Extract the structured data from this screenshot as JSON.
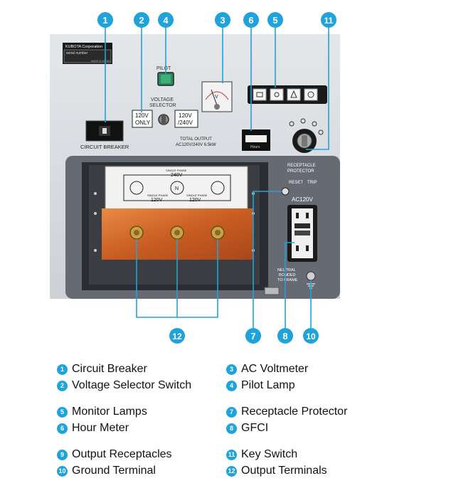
{
  "callouts": [
    {
      "n": "1"
    },
    {
      "n": "2"
    },
    {
      "n": "4"
    },
    {
      "n": "3"
    },
    {
      "n": "6"
    },
    {
      "n": "5"
    },
    {
      "n": "11"
    },
    {
      "n": "12"
    },
    {
      "n": "7"
    },
    {
      "n": "8"
    },
    {
      "n": "10"
    }
  ],
  "panel_labels": {
    "maker_line1": "KUBOTA Corporation",
    "maker_line2": "serial number",
    "maker_line3": "MADE IN JAPAN",
    "pilot": "PILOT",
    "voltage_selector_1": "VOLTAGE",
    "voltage_selector_2": "SELECTOR",
    "opt_120_only_1": "120V",
    "opt_120_only_2": "ONLY",
    "opt_120_240_1": "120V",
    "opt_120_240_2": "/240V",
    "circuit_breaker": "CIRCUIT BREAKER",
    "total_output_1": "TOTAL OUTPUT",
    "total_output_2": "AC120V/240V  6.5kW",
    "hour_meter_label": "Hours",
    "receptacle_protector_1": "RECEPTACLE",
    "receptacle_protector_2": "PROTECTOR",
    "reset": "RESET",
    "trip": "TRIP",
    "ac120v": "AC120V",
    "neutral_1": "NEUTRAL",
    "neutral_2": "BONDED",
    "neutral_3": "TO FRAME",
    "single_phase_240_1": "SINGLE PHASE",
    "single_phase_240_2": "240V",
    "n_label": "N",
    "single_phase_120_left_1": "SINGLE PHASE",
    "single_phase_120_left_2": "120V",
    "single_phase_120_right_1": "SINGLE PHASE",
    "single_phase_120_right_2": "120V",
    "voltmeter_v": "V"
  },
  "legend": [
    {
      "n": "1",
      "label": "Circuit Breaker"
    },
    {
      "n": "2",
      "label": "Voltage Selector Switch"
    },
    {
      "n": "3",
      "label": "AC Voltmeter"
    },
    {
      "n": "4",
      "label": "Pilot Lamp"
    },
    {
      "n": "5",
      "label": "Monitor Lamps"
    },
    {
      "n": "6",
      "label": "Hour Meter"
    },
    {
      "n": "7",
      "label": "Receptacle Protector"
    },
    {
      "n": "8",
      "label": "GFCI"
    },
    {
      "n": "9",
      "label": "Output Receptacles"
    },
    {
      "n": "10",
      "label": "Ground Terminal"
    },
    {
      "n": "11",
      "label": "Key Switch"
    },
    {
      "n": "12",
      "label": "Output Terminals"
    }
  ],
  "colors": {
    "callout": "#1ea3da",
    "panel": "#d7dadf",
    "panel_dark": "#666b73",
    "copper": "#d26a2a",
    "pilot_lamp": "#2c8a5a"
  }
}
